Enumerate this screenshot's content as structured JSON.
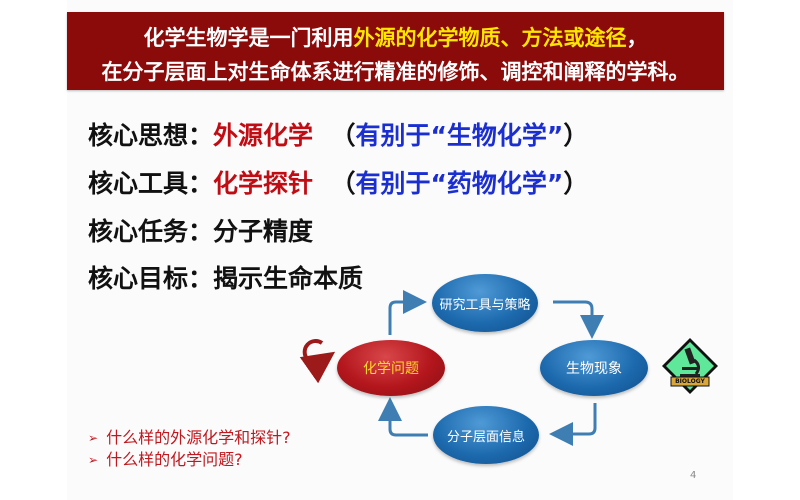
{
  "banner": {
    "line1_prefix": "化学生物学是一门利用",
    "line1_highlight1": "外源的化学物质",
    "line1_sep": "、",
    "line1_highlight2": "方法或途径",
    "line1_suffix": "，",
    "line2": "在分子层面上对生命体系进行精准的修饰、调控和阐释的学科。",
    "bg_color": "#8b0a0a",
    "highlight_color": "#ffe600"
  },
  "core": [
    {
      "label": "核心思想：",
      "value": "外源化学",
      "note_open": "（",
      "note": "有别于“生物化学”",
      "note_close": "）"
    },
    {
      "label": "核心工具：",
      "value": "化学探针",
      "note_open": "（",
      "note": "有别于“药物化学”",
      "note_close": "）"
    },
    {
      "label": "核心任务：",
      "value": "分子精度"
    },
    {
      "label": "核心目标：",
      "value": "揭示生命本质"
    }
  ],
  "cycle": {
    "nodes": {
      "top": "研究工具与策略",
      "right": "生物现象",
      "bottom": "分子层面信息",
      "left": "化学问题"
    },
    "refresh_icon": "circular-arrow-icon",
    "badge_label": "BIOLOGY",
    "badge_icon": "microscope-icon"
  },
  "bullets": [
    "什么样的外源化学和探针?",
    "什么样的化学问题?"
  ],
  "bullet_glyph": "➢",
  "page_number": "4"
}
